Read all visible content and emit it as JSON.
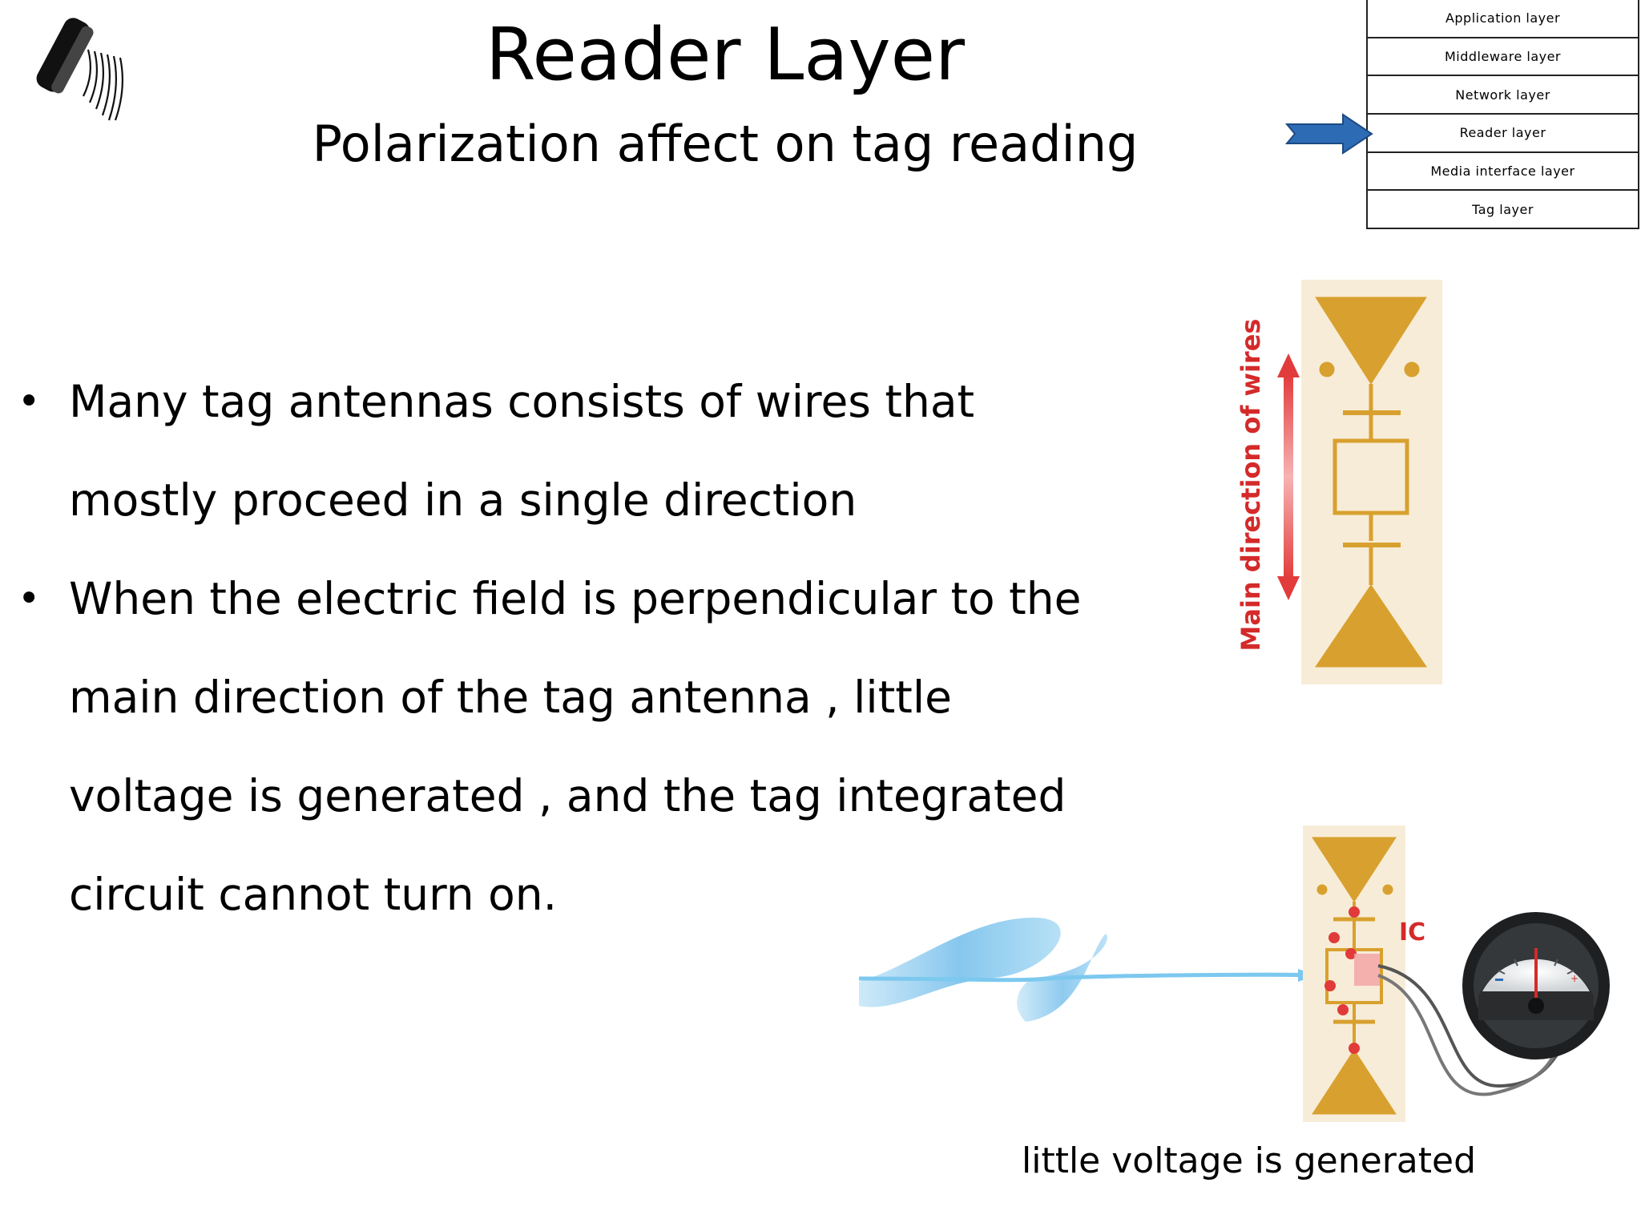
{
  "slide": {
    "title": "Reader Layer",
    "subtitle": "Polarization affect on tag reading"
  },
  "layer_stack": {
    "layers": [
      "Application layer",
      "Middleware layer",
      "Network layer",
      "Reader layer",
      "Media interface layer",
      "Tag layer"
    ],
    "highlighted": "Reader layer",
    "arrow_color": "#2e6bb5"
  },
  "bullets": [
    "Many tag antennas consists of wires that mostly proceed in a single direction",
    "When the electric field is perpendicular to the main direction of the tag antenna , little voltage is generated , and the tag integrated circuit cannot turn on."
  ],
  "figure_top": {
    "label": "Main direction of wires",
    "antenna_color": "#d8a02e",
    "label_color": "#d42a2a"
  },
  "figure_bottom": {
    "ic_label": "IC",
    "caption": "little voltage is generated",
    "wave_color": "#5fb4e8"
  }
}
